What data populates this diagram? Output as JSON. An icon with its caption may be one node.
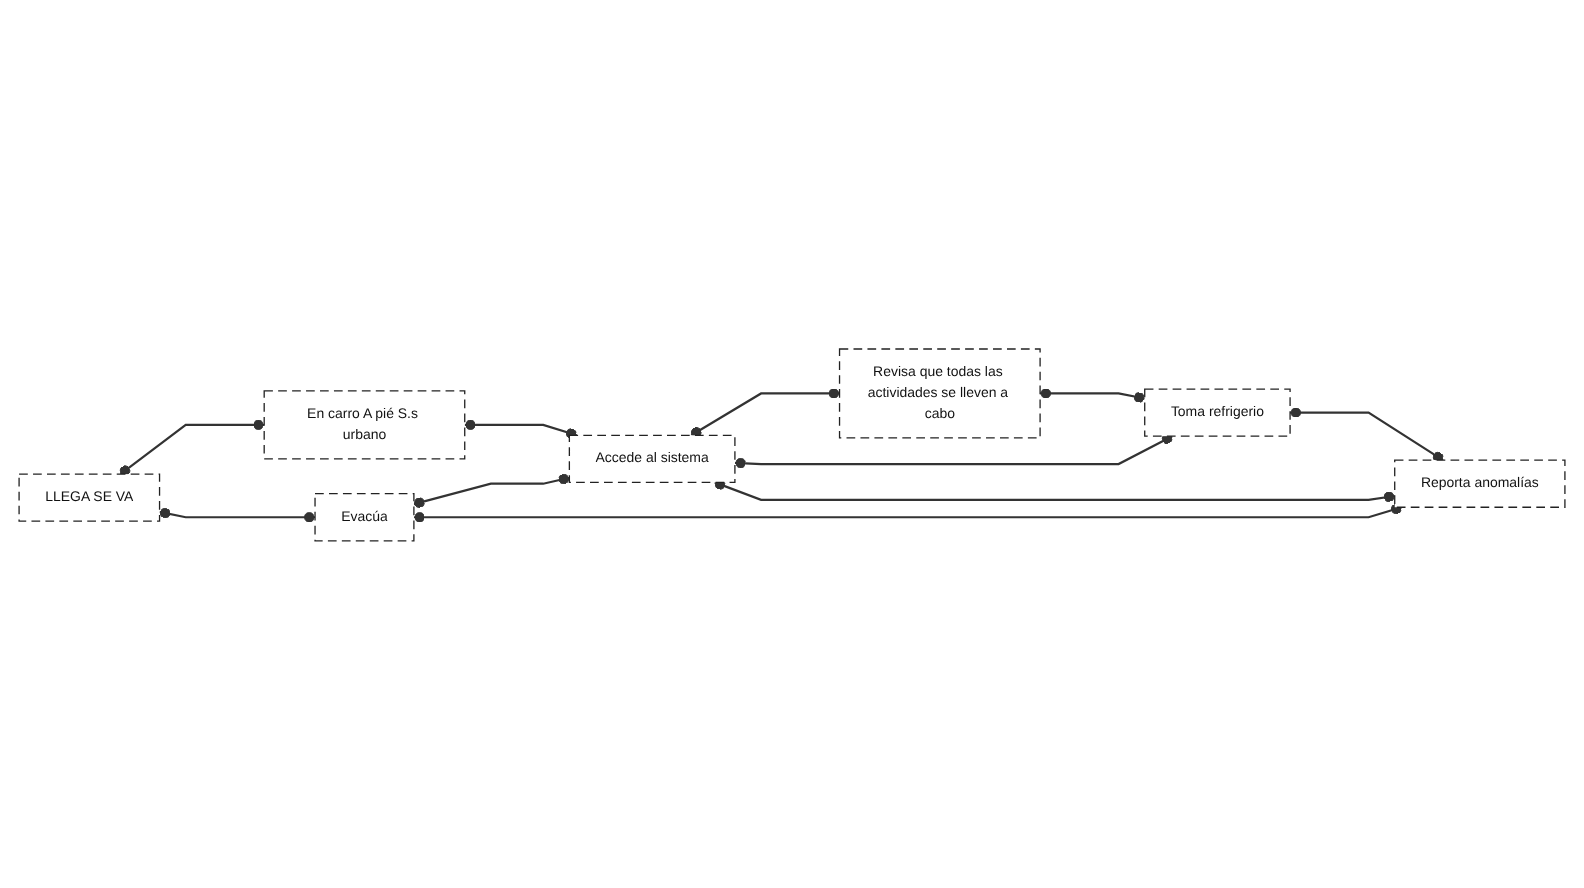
{
  "diagram": {
    "nodes": [
      {
        "text": [
          "En carro A pié S.s urbano"
        ]
      },
      {
        "text": [
          "Revisa que todas las actividades se lleven a cabo"
        ]
      },
      {
        "text": [
          "LLEGA SE VA"
        ]
      },
      {
        "text": [
          "Accede al sistema"
        ]
      },
      {
        "text": [
          "Toma refrigerio"
        ]
      },
      {
        "text": [
          "Evacúa"
        ]
      },
      {
        "text": [
          "Reporta anomalías"
        ]
      }
    ],
    "edges": [
      {
        "from": 2,
        "to": 0,
        "arrow": "other"
      },
      {
        "from": 0,
        "to": 3,
        "arrow": "other"
      },
      {
        "from": 2,
        "to": 5,
        "arrow": "other"
      },
      {
        "from": 5,
        "to": 3,
        "arrow": "other"
      },
      {
        "from": 3,
        "to": 1,
        "arrow": "other"
      },
      {
        "from": 1,
        "to": 4,
        "arrow": "other"
      },
      {
        "from": 3,
        "to": 4,
        "arrow": "other"
      },
      {
        "from": 3,
        "to": 6,
        "arrow": "other"
      },
      {
        "from": 5,
        "to": 6,
        "arrow": "other"
      },
      {
        "from": 4,
        "to": 6,
        "arrow": "other"
      }
    ]
  }
}
